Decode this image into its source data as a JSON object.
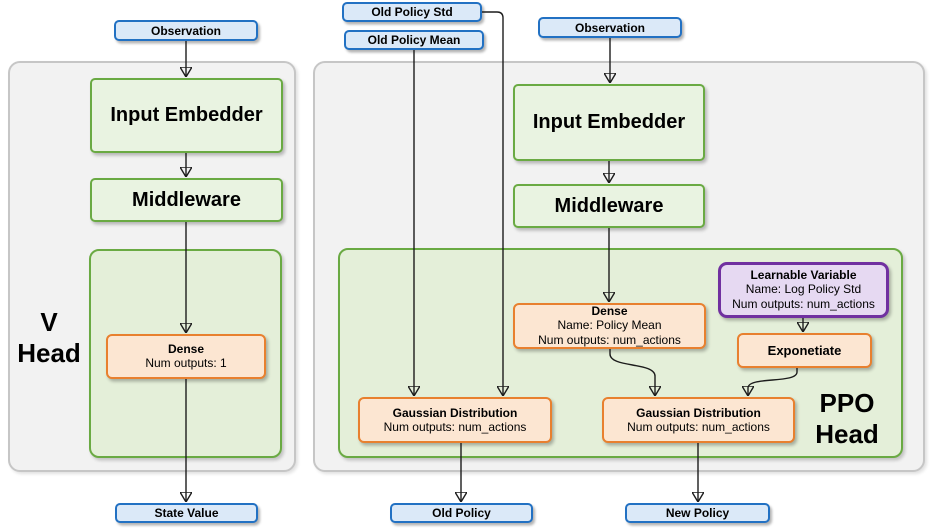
{
  "v_network": {
    "container_label": "V Head",
    "observation_label": "Observation",
    "input_embedder_label": "Input Embedder",
    "middleware_label": "Middleware",
    "dense": {
      "title": "Dense",
      "outputs_line": "Num outputs: 1"
    },
    "output_label": "State Value"
  },
  "ppo_network": {
    "container_label": "PPO Head",
    "old_policy_std_label": "Old Policy Std",
    "old_policy_mean_label": "Old Policy Mean",
    "observation_label": "Observation",
    "input_embedder_label": "Input Embedder",
    "middleware_label": "Middleware",
    "dense_policy_mean": {
      "title": "Dense",
      "name_line": "Name: Policy Mean",
      "outputs_line": "Num outputs: num_actions"
    },
    "learnable_variable": {
      "title": "Learnable Variable",
      "name_line": "Name: Log Policy Std",
      "outputs_line": "Num outputs: num_actions"
    },
    "exponetiate_label": "Exponetiate",
    "gaussian_old": {
      "title": "Gaussian Distribution",
      "outputs_line": "Num outputs: num_actions"
    },
    "gaussian_new": {
      "title": "Gaussian Distribution",
      "outputs_line": "Num outputs: num_actions"
    },
    "old_policy_output_label": "Old Policy",
    "new_policy_output_label": "New Policy"
  },
  "colors": {
    "io_fill": "#dbe9f8",
    "io_border": "#2271c3",
    "node_green_fill": "#e9f3e1",
    "container_green_fill": "#e4efd9",
    "green_border": "#6aaa43",
    "orange_fill": "#fce6d2",
    "orange_border": "#e8802f",
    "purple_fill": "#e6d9f2",
    "purple_border": "#7030a0",
    "panel_fill": "#f2f2f2",
    "panel_border": "#c6c6c6"
  }
}
